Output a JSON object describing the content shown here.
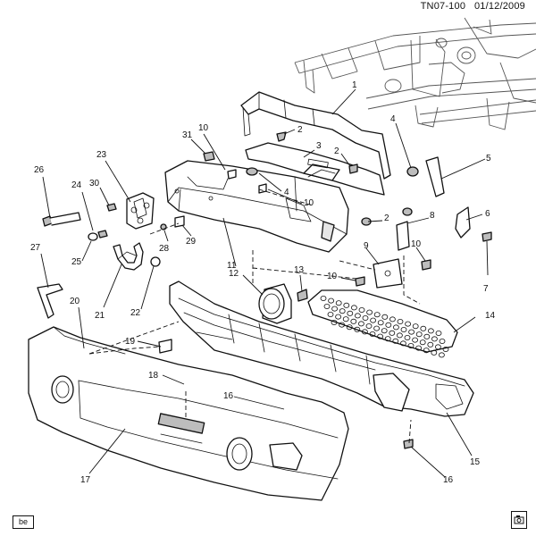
{
  "header": {
    "code": "TN07-100",
    "date": "01/12/2009"
  },
  "footer": {
    "badge": "be"
  },
  "callouts": [
    {
      "id": "c1",
      "label": "1"
    },
    {
      "id": "c2a",
      "label": "2"
    },
    {
      "id": "c2b",
      "label": "2"
    },
    {
      "id": "c2c",
      "label": "2"
    },
    {
      "id": "c3",
      "label": "3"
    },
    {
      "id": "c4a",
      "label": "4"
    },
    {
      "id": "c4b",
      "label": "4"
    },
    {
      "id": "c5",
      "label": "5"
    },
    {
      "id": "c6",
      "label": "6"
    },
    {
      "id": "c7",
      "label": "7"
    },
    {
      "id": "c8",
      "label": "8"
    },
    {
      "id": "c9",
      "label": "9"
    },
    {
      "id": "c10a",
      "label": "10"
    },
    {
      "id": "c10b",
      "label": "10"
    },
    {
      "id": "c10c",
      "label": "10"
    },
    {
      "id": "c10d",
      "label": "10"
    },
    {
      "id": "c11",
      "label": "11"
    },
    {
      "id": "c12",
      "label": "12"
    },
    {
      "id": "c13",
      "label": "13"
    },
    {
      "id": "c14",
      "label": "14"
    },
    {
      "id": "c15",
      "label": "15"
    },
    {
      "id": "c16a",
      "label": "16"
    },
    {
      "id": "c16b",
      "label": "16"
    },
    {
      "id": "c17",
      "label": "17"
    },
    {
      "id": "c18",
      "label": "18"
    },
    {
      "id": "c19",
      "label": "19"
    },
    {
      "id": "c20",
      "label": "20"
    },
    {
      "id": "c21",
      "label": "21"
    },
    {
      "id": "c22",
      "label": "22"
    },
    {
      "id": "c23",
      "label": "23"
    },
    {
      "id": "c24",
      "label": "24"
    },
    {
      "id": "c25",
      "label": "25"
    },
    {
      "id": "c26",
      "label": "26"
    },
    {
      "id": "c27",
      "label": "27"
    },
    {
      "id": "c28",
      "label": "28"
    },
    {
      "id": "c29",
      "label": "29"
    },
    {
      "id": "c30",
      "label": "30"
    },
    {
      "id": "c31",
      "label": "31"
    }
  ]
}
